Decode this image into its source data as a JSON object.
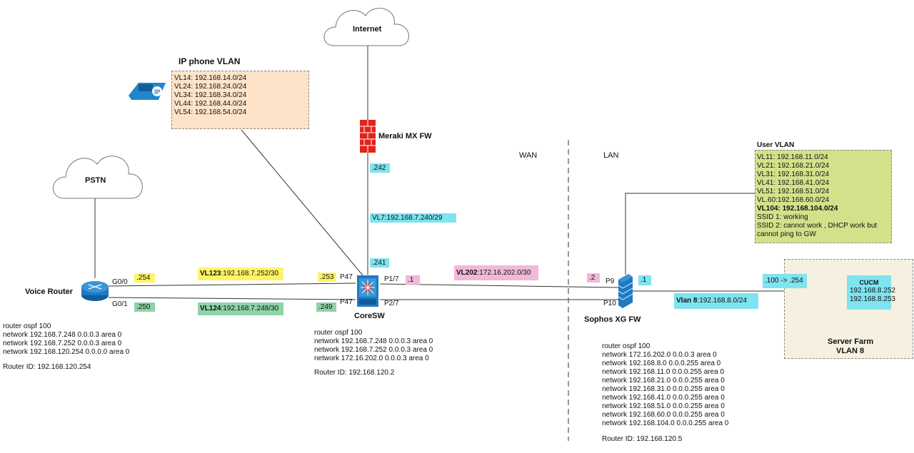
{
  "clouds": {
    "internet": "Internet",
    "pstn": "PSTN"
  },
  "devices": {
    "voice_router": "Voice Router",
    "core_switch": "CoreSW",
    "meraki": "Meraki MX FW",
    "sophos": "Sophos XG FW"
  },
  "zones": {
    "wan": "WAN",
    "lan": "LAN"
  },
  "ip_phone_vlan": {
    "title": "IP phone VLAN",
    "lines": [
      "VL14: 192.168.14.0/24",
      "VL24: 192.168.24.0/24",
      "VL34: 192.168.34.0/24",
      "VL44: 192.168.44.0/24",
      "VL54: 192.168.54.0/24"
    ]
  },
  "user_vlan": {
    "title": "User VLAN",
    "lines": [
      "VL11: 192.168.11.0/24",
      "VL21: 192.168.21.0/24",
      "VL31: 192.168.31.0/24",
      "VL41: 192.168.41.0/24",
      "VL51: 192.168.51.0/24",
      "VL.60:192.168.60.0/24"
    ],
    "bold_line": "VL104: 192.168.104.0/24",
    "ssid_lines": [
      "SSID 1: working",
      "SSID 2: cannot work , DHCP work but",
      "cannot ping to GW"
    ]
  },
  "server_farm": {
    "title": "Server Farm",
    "vlan": "VLAN 8",
    "cucm_title": "CUCM",
    "cucm_ips": [
      "192.168.8.252",
      "192.168.8.253"
    ]
  },
  "ports": {
    "vr_g00": "G0/0",
    "vr_g01": "G0/1",
    "sw_p47a": "P47",
    "sw_p47b": "P47",
    "sw_p17": "P1/7",
    "sw_p27": "P2/7",
    "fw_p9": "P9",
    "fw_p10": "P10"
  },
  "tags": {
    "vr_254": ".254",
    "vr_250": ".250",
    "sw_253": ".253",
    "sw_249": ".249",
    "mx_242": ".242",
    "sw_241": ".241",
    "sw_1": ".1",
    "fw_2": ".2",
    "fw_1": ".1",
    "srv_range": ".100 -> .254"
  },
  "links": {
    "vl123_id": "VL123",
    "vl123_net": ":192.168.7.252/30",
    "vl124_id": "VL124",
    "vl124_net": ":192.168.7.248/30",
    "vl7": "VL7:192.168.7.240/29",
    "vl202_id": "VL202",
    "vl202_net": ":172.16.202.0/30",
    "vlan8_id": "Vlan 8",
    "vlan8_net": ":192.168.8.0/24"
  },
  "config_voice_router": {
    "lines": [
      "router ospf 100",
      " network 192.168.7.248 0.0.0.3 area 0",
      " network 192.168.7.252 0.0.0.3 area 0",
      " network 192.168.120.254 0.0.0.0 area 0"
    ],
    "router_id": "Router ID:  192.168.120.254"
  },
  "config_core": {
    "lines": [
      "router ospf 100",
      "  network 192.168.7.248 0.0.0.3 area 0",
      "  network 192.168.7.252 0.0.0.3 area 0",
      "  network 172.16.202.0 0.0.0.3 area 0"
    ],
    "router_id": "Router ID:  192.168.120.2"
  },
  "config_sophos": {
    "lines": [
      "router ospf 100",
      "  network 172.16.202.0 0.0.0.3 area 0",
      "  network 192.168.8.0 0.0.0.255 area 0",
      "  network 192.168.11.0 0.0.0.255 area 0",
      "  network 192.168.21.0 0.0.0.255 area 0",
      "  network 192.168.31.0 0.0.0.255 area 0",
      "  network 192.168.41.0 0.0.0.255 area 0",
      "  network 192.168.51.0 0.0.0.255 area 0",
      "  network 192.168.60.0 0.0.0.255 area 0",
      "  network 192.168.104.0 0.0.0.255 area 0"
    ],
    "router_id": "Router ID:  192.168.120.5"
  },
  "colors": {
    "yellow": "#fff468",
    "green": "#8fd3a8",
    "cyan": "#7fe3f0",
    "pink": "#f1b8d8",
    "phone_box": "#fde3c8",
    "user_box": "#d4e18a",
    "server_box": "#f5f0df",
    "firewall_red": "#e2231a",
    "device_blue": "#1f7ac2"
  }
}
